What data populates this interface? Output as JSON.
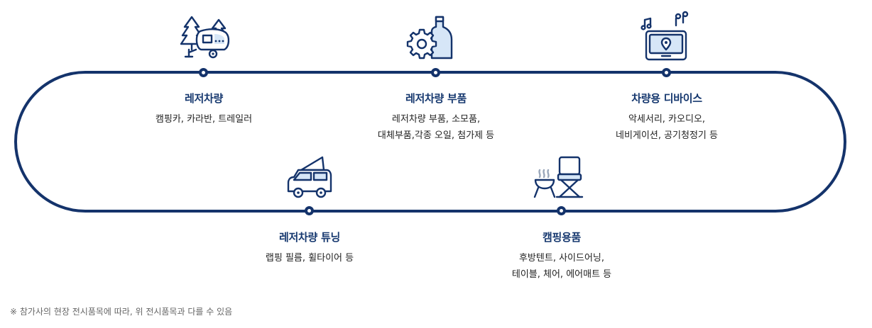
{
  "colors": {
    "track": "#14336b",
    "title": "#16386f",
    "icon_line": "#14336b",
    "icon_fill": "#d6e6f7"
  },
  "categories": [
    {
      "title": "레저차량",
      "lines": [
        "캠핑카, 카라반, 트레일러"
      ],
      "icon": "caravan-trees-icon"
    },
    {
      "title": "레저차량 부품",
      "lines": [
        "레저차량 부품, 소모품,",
        "대체부품,각종 오일, 첨가제 등"
      ],
      "icon": "gear-bottle-icon"
    },
    {
      "title": "차량용 디바이스",
      "lines": [
        "악세서리, 카오디오,",
        "네비게이션, 공기청정기 등"
      ],
      "icon": "navigation-device-icon"
    },
    {
      "title": "레저차량 튜닝",
      "lines": [
        "랩핑 필름, 휠타이어 등"
      ],
      "icon": "popup-roof-car-icon"
    },
    {
      "title": "캠핑용품",
      "lines": [
        "후방텐트, 사이드어닝,",
        "테이블, 체어, 에어매트 등"
      ],
      "icon": "grill-chair-icon"
    }
  ],
  "footnote": "※ 참가사의 현장 전시품목에 따라, 위 전시품목과 다를 수 있음"
}
